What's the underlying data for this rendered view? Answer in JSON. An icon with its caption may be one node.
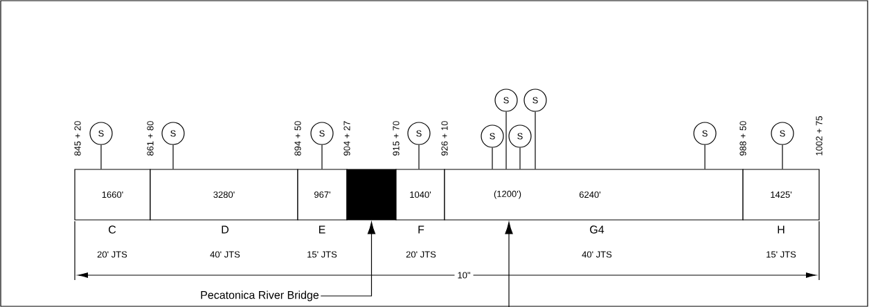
{
  "diagram": {
    "nodes": [
      {
        "text": [
          "1660'"
        ],
        "beside": [
          "C",
          "20' JTS"
        ]
      },
      {
        "text": [
          "3280'"
        ],
        "beside": [
          "D",
          "40' JTS"
        ]
      },
      {
        "text": [
          "967'"
        ],
        "beside": [
          "E",
          "15' JTS"
        ]
      },
      {
        "text": [],
        "shape": "box"
      },
      {
        "text": [
          "1040'"
        ],
        "beside": [
          "F",
          "20' JTS"
        ]
      },
      {
        "text": [
          "(1200')",
          "6240'"
        ],
        "beside": [
          "G4",
          "40' JTS"
        ]
      },
      {
        "text": [
          "1425'"
        ],
        "beside": [
          "H",
          "15' JTS"
        ]
      },
      {
        "text": [
          "S"
        ]
      },
      {
        "text": [
          "S"
        ]
      },
      {
        "text": [
          "S"
        ]
      },
      {
        "text": [
          "S"
        ]
      },
      {
        "text": [
          "S"
        ]
      },
      {
        "text": [
          "S"
        ]
      },
      {
        "text": [
          "S"
        ]
      },
      {
        "text": [
          "S"
        ]
      },
      {
        "text": [
          "S"
        ]
      },
      {
        "text": [
          "S"
        ]
      },
      {
        "text": [
          "Pecatonica River Bridge"
        ]
      }
    ],
    "edges": [
      {
        "from": 7,
        "to": 0,
        "arrow": "none"
      },
      {
        "from": 8,
        "to": 1,
        "arrow": "none"
      },
      {
        "from": 9,
        "to": 2,
        "arrow": "none"
      },
      {
        "from": 10,
        "to": 4,
        "arrow": "none"
      },
      {
        "from": 11,
        "to": 5,
        "arrow": "none"
      },
      {
        "from": 12,
        "to": 5,
        "arrow": "none"
      },
      {
        "from": 13,
        "to": 5,
        "arrow": "none"
      },
      {
        "from": 14,
        "to": 5,
        "arrow": "none"
      },
      {
        "from": 15,
        "to": 5,
        "arrow": "none"
      },
      {
        "from": 16,
        "to": 6,
        "arrow": "none"
      },
      {
        "from": 17,
        "to": 3,
        "arrow": "to"
      },
      {
        "from": null,
        "to": 5,
        "arrow": "to"
      }
    ],
    "labels": [
      "845 + 20",
      "861 + 80",
      "894 + 50",
      "904 + 27",
      "915 + 70",
      "926 + 10",
      "988 + 50",
      "1002 + 75",
      "10\""
    ]
  }
}
